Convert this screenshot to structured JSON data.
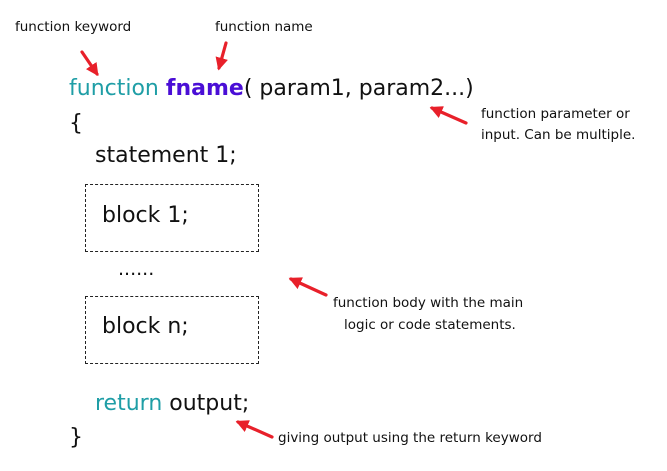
{
  "annotations": {
    "keyword": "function keyword",
    "name": "function name",
    "param_line1": "function parameter or",
    "param_line2": "input. Can be multiple.",
    "body_line1": "function body with the main",
    "body_line2": "logic or code statements.",
    "return_note": "giving output using the return  keyword"
  },
  "code": {
    "keyword": "function",
    "fname": "fname",
    "params": "( param1, param2...)",
    "open_brace": "{",
    "statement": "statement 1;",
    "block1": "block 1;",
    "dots": "......",
    "blockn": "block n;",
    "return_kw": "return",
    "return_rest": " output;",
    "close_brace": "}"
  },
  "colors": {
    "keyword": "#1f9ea6",
    "function_name": "#4a0ed6",
    "arrow": "#e8202a"
  }
}
